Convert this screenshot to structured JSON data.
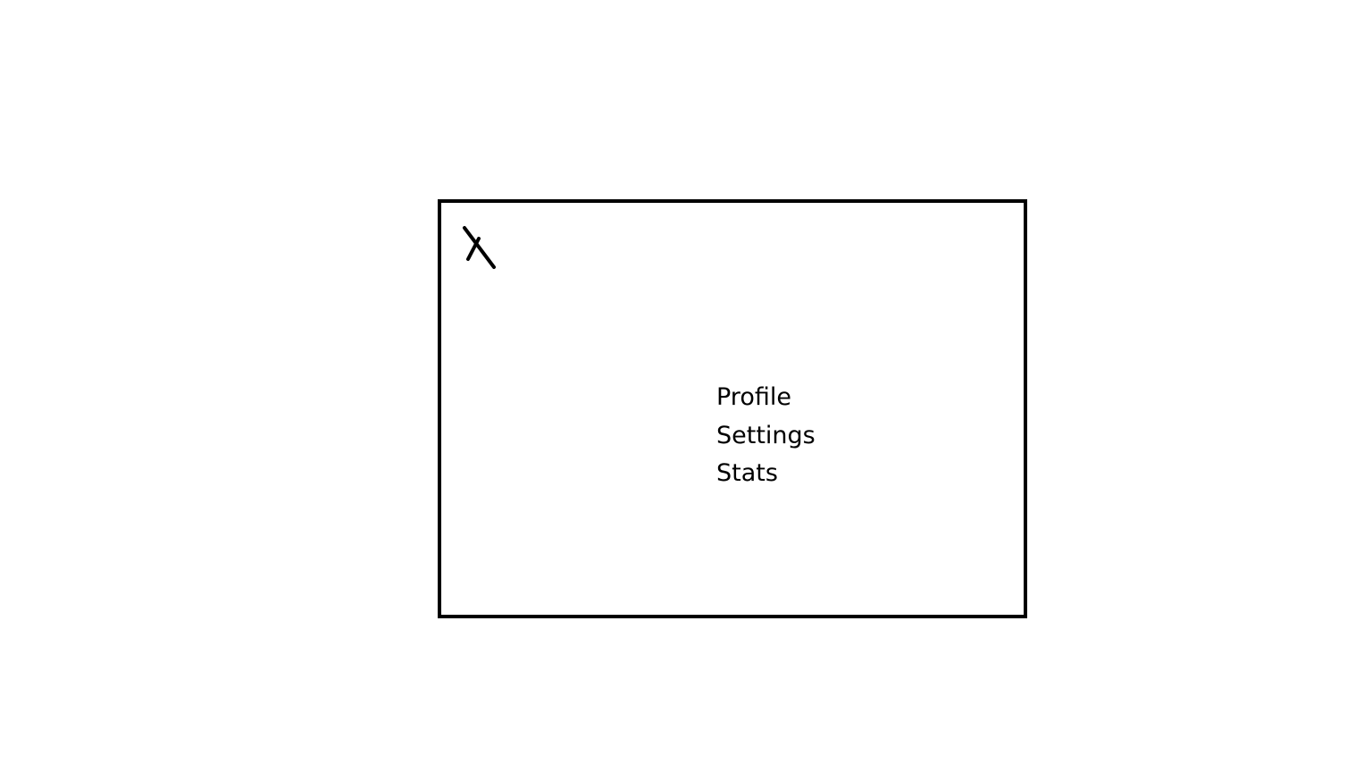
{
  "modal": {
    "close_label": "X",
    "menu": {
      "items": [
        {
          "id": "profile",
          "label": "Profile"
        },
        {
          "id": "settings",
          "label": "Settings"
        },
        {
          "id": "stats",
          "label": "Stats"
        }
      ]
    }
  },
  "colors": {
    "background": "#ffffff",
    "border": "#000000",
    "text": "#000000"
  }
}
